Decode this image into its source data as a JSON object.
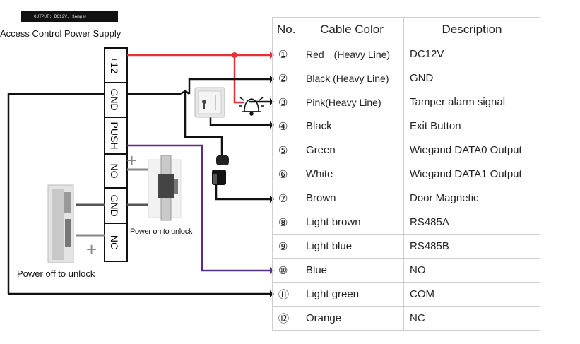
{
  "power_supply": {
    "output_label": "OUTPUT: DC12V, 3Amps+",
    "title": "Access Control Power Supply",
    "terminals": [
      "+12",
      "GND",
      "PUSH",
      "NO",
      "GND",
      "NC"
    ]
  },
  "locks": {
    "power_off_label": "Power off to unlock",
    "power_on_label": "Power on to unlock",
    "plus_sign": "+"
  },
  "table": {
    "headers": {
      "no": "No.",
      "color": "Cable Color",
      "description": "Description"
    },
    "rows": [
      {
        "num": "①",
        "color": "Red　(Heavy Line)",
        "description": "DC12V"
      },
      {
        "num": "②",
        "color": "Black (Heavy Line)",
        "description": "GND"
      },
      {
        "num": "③",
        "color": "Pink(Heavy Line)",
        "description": "Tamper alarm signal"
      },
      {
        "num": "④",
        "color": "Black",
        "description": "Exit Button"
      },
      {
        "num": "⑤",
        "color": "Green",
        "description": "Wiegand DATA0 Output"
      },
      {
        "num": "⑥",
        "color": "White",
        "description": "Wiegand DATA1 Output"
      },
      {
        "num": "⑦",
        "color": "Brown",
        "description": "Door Magnetic"
      },
      {
        "num": "⑧",
        "color": "Light brown",
        "description": "RS485A"
      },
      {
        "num": "⑨",
        "color": "Light blue",
        "description": "RS485B"
      },
      {
        "num": "⑩",
        "color": "Blue",
        "description": "NO"
      },
      {
        "num": "⑪",
        "color": "Light green",
        "description": "COM"
      },
      {
        "num": "⑫",
        "color": "Orange",
        "description": "NC"
      }
    ]
  },
  "colors": {
    "red_wire": "#e53232",
    "black_wire": "#111111",
    "purple_wire": "#5b2c8a",
    "gray_wire": "#888888"
  },
  "icons": [
    "exit-button-icon",
    "alarm-bell-icon",
    "door-magnet-icon",
    "magnetic-lock-icon",
    "electric-strike-icon"
  ]
}
